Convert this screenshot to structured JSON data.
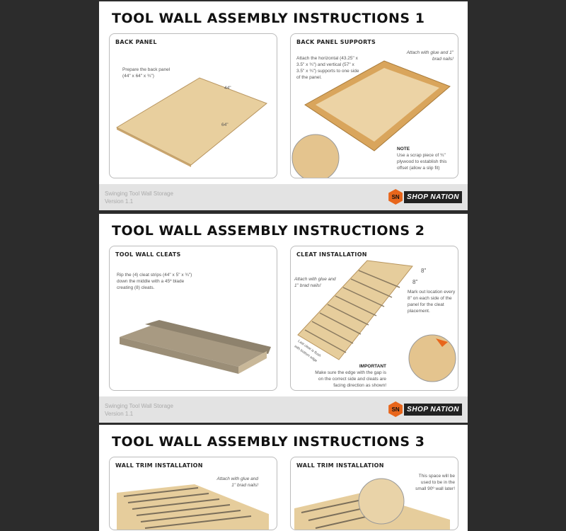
{
  "document": {
    "pages": [
      {
        "title": "TOOL WALL ASSEMBLY INSTRUCTIONS 1",
        "left": {
          "heading": "BACK PANEL",
          "text": "Prepare the back panel (44\" x 64\" x ¾\")",
          "dim_a": "44\"",
          "dim_b": "64\""
        },
        "right": {
          "heading": "BACK PANEL SUPPORTS",
          "text": "Attach the horizontal (43.25\" x 3.5\" x ¾\") and vertical (57\" x 3.5\" x ¾\") supports to one side of the panel.",
          "note_italic": "Attach with glue and 1\" brad nails!",
          "note_title": "NOTE",
          "note": "Use a scrap piece of ¾\" plywood to establish this offset (allow a slip fit)"
        },
        "footer": {
          "line1": "Swinging Tool Wall Storage",
          "line2": "Version 1.1"
        }
      },
      {
        "title": "TOOL WALL ASSEMBLY INSTRUCTIONS 2",
        "left": {
          "heading": "TOOL WALL CLEATS",
          "text": "Rip the (4) cleat strips (44\" x 5\" x ¾\") down the middle with a 45º blade creating (8) cleats."
        },
        "right": {
          "heading": "CLEAT INSTALLATION",
          "note_italic": "Attach with glue and 1\" brad nails!",
          "dim_a": "8\"",
          "dim_b": "8\"",
          "text": "Mark out location every 8\" on each side of the panel for the cleat placement.",
          "side_note": "Last cleat is flush with bottom edge",
          "note_title": "IMPORTANT",
          "note": "Make sure the edge with the gap is on the correct side and cleats are facing direction as shown!"
        },
        "footer": {
          "line1": "Swinging Tool Wall Storage",
          "line2": "Version 1.1"
        }
      },
      {
        "title": "TOOL WALL ASSEMBLY INSTRUCTIONS 3",
        "left": {
          "heading": "WALL TRIM INSTALLATION",
          "note_italic": "Attach with glue and 1\" brad nails!"
        },
        "right": {
          "heading": "WALL TRIM INSTALLATION",
          "text": "This space will be used to be in the small 90º wall later!"
        }
      }
    ],
    "logo": {
      "mark": "SN",
      "text": "SHOP NATION"
    },
    "colors": {
      "background": "#2c2c2c",
      "wood": "#e2c08a",
      "accent": "#e8661c"
    }
  }
}
